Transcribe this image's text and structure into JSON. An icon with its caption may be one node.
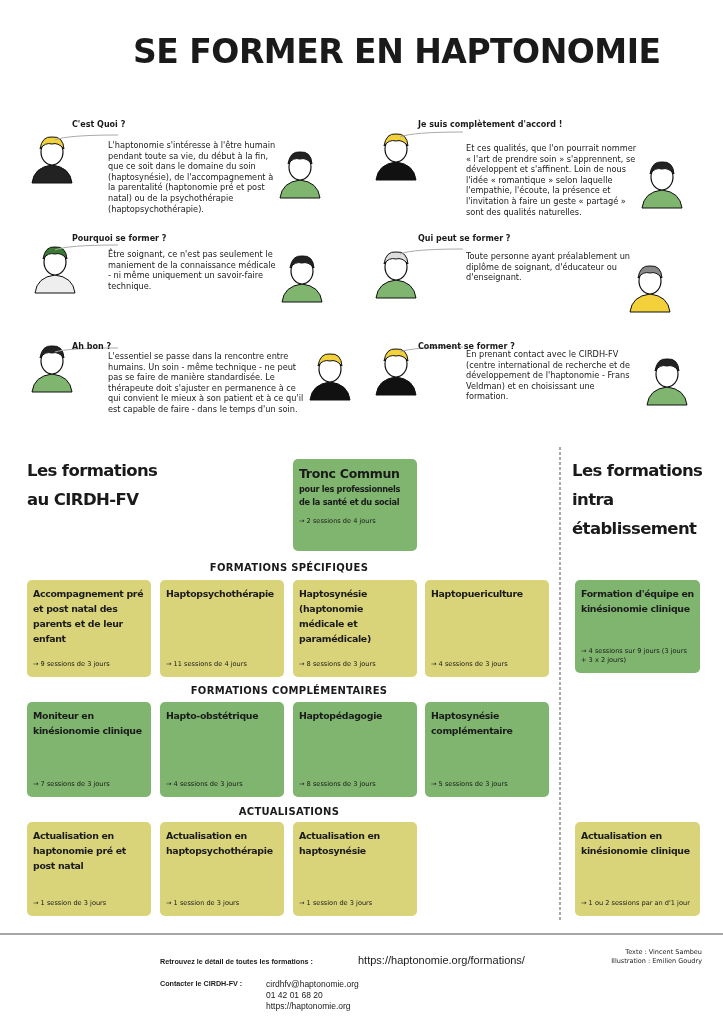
{
  "diagram": {
    "title": "SE FORMER EN HAPTONOMIE",
    "nodes": [
      {
        "text": [
          "Tronc Commun",
          "pour les professionnels de la santé et du social",
          "→ 2 sessions de 4 jours"
        ]
      },
      {
        "text": [
          "Accompagnement pré et post natal des parents et de leur enfant",
          "→ 9 sessions de 3 jours"
        ]
      },
      {
        "text": [
          "Haptopsychothérapie",
          "→ 11 sessions de 4 jours"
        ]
      },
      {
        "text": [
          "Haptosynésie (haptonomie médicale et paramédicale)",
          "→ 8 sessions de 3 jours"
        ]
      },
      {
        "text": [
          "Haptopuericulture",
          "→ 4 sessions de 3 jours"
        ]
      },
      {
        "text": [
          "Moniteur en kinésionomie clinique",
          "→ 7 sessions de 3 jours"
        ]
      },
      {
        "text": [
          "Hapto-obstétrique",
          "→ 4 sessions de 3 jours"
        ]
      },
      {
        "text": [
          "Haptopédagogie",
          "→ 8 sessions de 3 jours"
        ]
      },
      {
        "text": [
          "Haptosynésie complémentaire",
          "→ 5 sessions de 3 jours"
        ]
      },
      {
        "text": [
          "Actualisation en haptonomie pré et post natal",
          "→ 1 session de 3 jours"
        ]
      },
      {
        "text": [
          "Actualisation en haptopsychothérapie",
          "→ 1 session de 3 jours"
        ]
      },
      {
        "text": [
          "Actualisation en haptosynésie",
          "→ 1 session de 3 jours"
        ]
      },
      {
        "text": [
          "Formation d'équipe en kinésionomie clinique",
          "→ 4 sessions sur 9 jours (3 jours + 3 x 2 jours)"
        ]
      },
      {
        "text": [
          "Actualisation en kinésionomie clinique",
          "→ 1 ou 2 sessions par an d'1 jour"
        ]
      }
    ],
    "labels": [
      "C'est Quoi ?",
      "L'haptonomie s'intéresse à l'être humain pendant toute sa vie, du début à la fin, que ce soit dans le domaine du soin (haptosynésie), de l'accompagnement à la parentalité (haptonomie pré et post natal) ou de la psychothérapie (haptopsychothérapie).",
      "Je suis complètement d'accord !",
      "Et ces qualités, que l'on pourrait nommer « l'art de prendre soin » s'apprennent, se développent et s'affinent. Loin de nous l'idée « romantique » selon laquelle l'empathie, l'écoute, la présence et l'invitation à faire un geste « partagé » sont des qualités naturelles.",
      "Pourquoi se former ?",
      "Être soignant, ce n'est pas seulement le maniement de la connaissance médicale - ni même uniquement un savoir-faire technique.",
      "Qui peut se former ?",
      "Toute personne ayant préalablement un diplôme de soignant, d'éducateur ou d'enseignant.",
      "Ah bon ?",
      "L'essentiel se passe dans la rencontre entre humains. Un soin - même technique - ne peut pas se faire de manière standardisée. Le thérapeute doit s'ajuster en permanence à ce qui convient le mieux à son patient et à ce qu'il est capable de faire - dans le temps d'un soin.",
      "Comment se former ?",
      "En prenant contact avec le CIRDH-FV (centre international de recherche et de développement de l'haptonomie - Frans Veldman) et en choisissant une formation.",
      "Les formations au CIRDH-FV",
      "Les formations intra établissement",
      "FORMATIONS SPÉCIFIQUES",
      "FORMATIONS COMPLÉMENTAIRES",
      "ACTUALISATIONS",
      "Texte : Vincent Sambeu",
      "Illustration : Emilien Goudry",
      "Retrouvez le détail de toutes les formations :",
      "https://haptonomie.org/formations/",
      "Contacter le CIRDH-FV :",
      "cirdhfv@haptonomie.org",
      "01 42 01 68 20",
      "https://haptonomie.org"
    ]
  }
}
